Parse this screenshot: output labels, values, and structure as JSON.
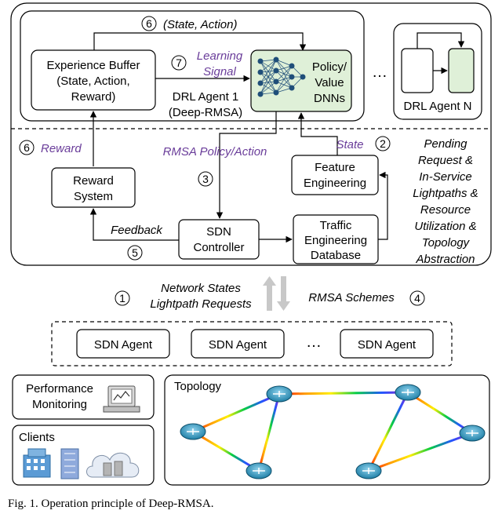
{
  "controller": {
    "agent1": {
      "state_action": "(State, Action)",
      "experience_buffer": [
        "Experience Buffer",
        "(State, Action,",
        "Reward)"
      ],
      "learning_signal": [
        "Learning",
        "Signal"
      ],
      "agent_label": [
        "DRL Agent 1",
        "(Deep-RMSA)"
      ],
      "dnn_label": [
        "Policy/",
        "Value",
        "DNNs"
      ]
    },
    "ellipsis": "…",
    "agentN_label": "DRL Agent N",
    "reward": "Reward",
    "rmsa_policy": "RMSA Policy/Action",
    "state": "State",
    "reward_system": [
      "Reward",
      "System"
    ],
    "feature_engineering": [
      "Feature",
      "Engineering"
    ],
    "feedback": "Feedback",
    "sdn_controller": [
      "SDN",
      "Controller"
    ],
    "ted": [
      "Traffic",
      "Engineering",
      "Database"
    ],
    "side_note": [
      "Pending",
      "Request &",
      "In-Service",
      "Lightpaths &",
      "Resource",
      "Utilization &",
      "Topology",
      "Abstraction"
    ]
  },
  "steps": {
    "s1": "1",
    "s2": "2",
    "s3": "3",
    "s4": "4",
    "s5": "5",
    "s6a": "6",
    "s6b": "6",
    "s7": "7"
  },
  "interface": {
    "left": [
      "Network States",
      "Lightpath Requests"
    ],
    "right": "RMSA Schemes"
  },
  "agents": [
    "SDN Agent",
    "SDN Agent",
    "…",
    "SDN Agent"
  ],
  "bottom": {
    "performance": [
      "Performance",
      "Monitoring"
    ],
    "clients": "Clients",
    "topology": "Topology"
  },
  "caption": "Fig. 1.   Operation principle of Deep-RMSA.",
  "colors": {
    "accent_purple": "#6a3d9a",
    "dnn_green": "#dff0d8",
    "router_blue": "#1f7fa6"
  }
}
